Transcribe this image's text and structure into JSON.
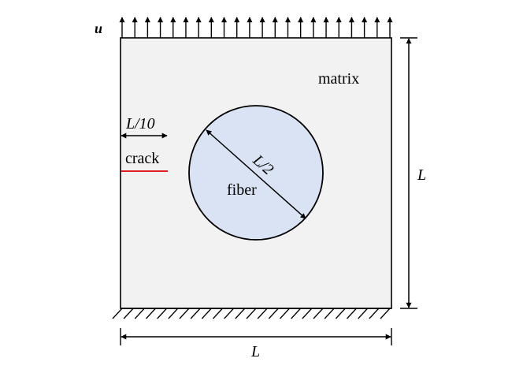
{
  "labels": {
    "load": "u",
    "matrix": "matrix",
    "fiber": "fiber",
    "crack": "crack",
    "crack_length": "L/10",
    "fiber_diameter": "L/2",
    "height": "L",
    "width": "L"
  },
  "colors": {
    "matrix_fill": "#f2f2f2",
    "fiber_fill": "#dae3f3",
    "crack": "#e02020",
    "line": "#000000"
  }
}
